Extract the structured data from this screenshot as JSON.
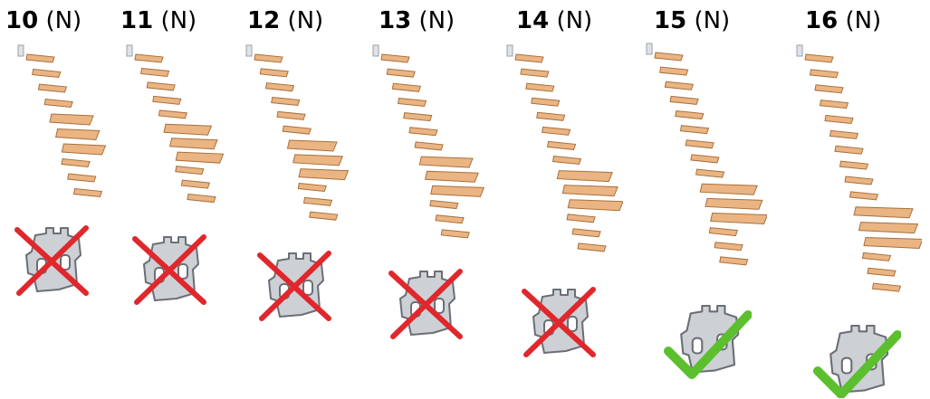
{
  "colors": {
    "tread_fill": "#eab582",
    "tread_edge": "#a9703e",
    "plate_fill": "#cdd1d6",
    "plate_edge": "#6b6f75",
    "reject_mark": "#e0272c",
    "accept_mark": "#5bbf2e"
  },
  "variants": [
    {
      "count": "10",
      "unit": "(N)",
      "steps": 10,
      "status": "rejected"
    },
    {
      "count": "11",
      "unit": "(N)",
      "steps": 11,
      "status": "rejected"
    },
    {
      "count": "12",
      "unit": "(N)",
      "steps": 12,
      "status": "rejected"
    },
    {
      "count": "13",
      "unit": "(N)",
      "steps": 13,
      "status": "rejected"
    },
    {
      "count": "14",
      "unit": "(N)",
      "steps": 14,
      "status": "rejected"
    },
    {
      "count": "15",
      "unit": "(N)",
      "steps": 15,
      "status": "accepted"
    },
    {
      "count": "16",
      "unit": "(N)",
      "steps": 16,
      "status": "accepted"
    }
  ]
}
